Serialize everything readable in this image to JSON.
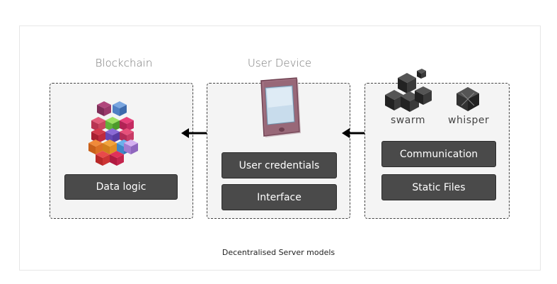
{
  "columns": [
    {
      "title": "Blockchain",
      "boxes": [
        "Data logic"
      ],
      "icon": "blockchain-cubes-icon"
    },
    {
      "title": "User Device",
      "boxes": [
        "User credentials",
        "Interface"
      ],
      "icon": "tablet-icon"
    },
    {
      "title": "",
      "boxes": [
        "Communication",
        "Static Files"
      ],
      "logos": [
        "swarm",
        "whisper"
      ]
    }
  ],
  "caption": "Decentralised Server models"
}
